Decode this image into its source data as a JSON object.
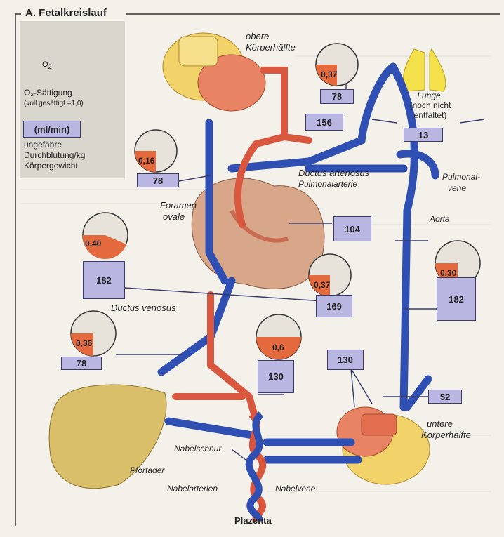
{
  "title": "A. Fetalkreislauf",
  "legend": {
    "o2_symbol": "O",
    "o2_sub": "2",
    "saturation_title": "O₂-Sättigung",
    "saturation_note": "(voll gesättigt =1,0)",
    "unit_box": "(ml/min)",
    "unit_line1": "ungefähre",
    "unit_line2": "Durchblutung/kg",
    "unit_line3": "Körpergewicht"
  },
  "labels": {
    "upper_body_1": "obere",
    "upper_body_2": "Körperhälfte",
    "lung_1": "Lunge",
    "lung_2": "(noch nicht",
    "lung_3": "entfaltet)",
    "ductus_arteriosus": "Ductus arteriosus",
    "pulmonalarterie": "Pulmonalarterie",
    "pulmonalvene_1": "Pulmonal-",
    "pulmonalvene_2": "vene",
    "foramen_1": "Foramen",
    "foramen_2": "ovale",
    "aorta": "Aorta",
    "ductus_venosus": "Ductus venosus",
    "pfortader": "Pfortader",
    "nabelschnur": "Nabelschnur",
    "nabelarterien": "Nabelarterien",
    "nabelvene": "Nabelvene",
    "plazenta": "Plazenta",
    "lower_body_1": "untere",
    "lower_body_2": "Körperhälfte"
  },
  "saturations": [
    "0,37",
    "0,16",
    "0,40",
    "0,37",
    "0,30",
    "0,36",
    "0,6"
  ],
  "flows": [
    "78",
    "156",
    "13",
    "78",
    "104",
    "182",
    "169",
    "182",
    "78",
    "130",
    "130",
    "52"
  ],
  "colors": {
    "artery_red": "#d9573f",
    "vein_blue": "#2f4fb3",
    "flow_box": "#b9b6e2",
    "saturation_fill": "#e46a3e",
    "organ_yellow": "#f2d76a",
    "liver": "#d9bf6a"
  }
}
